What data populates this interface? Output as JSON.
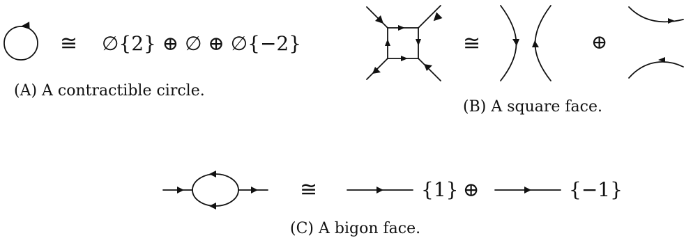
{
  "panel_a": {
    "congruence": "≅",
    "rhs": "∅{2} ⊕ ∅ ⊕ ∅{−2}",
    "caption": "(A) A contractible circle."
  },
  "panel_b": {
    "congruence": "≅",
    "direct_sum": "⊕",
    "caption": "(B) A square face."
  },
  "panel_c": {
    "congruence": "≅",
    "shift_1": "{1}",
    "direct_sum": "⊕",
    "shift_2": "{−1}",
    "caption": "(C) A bigon face."
  }
}
